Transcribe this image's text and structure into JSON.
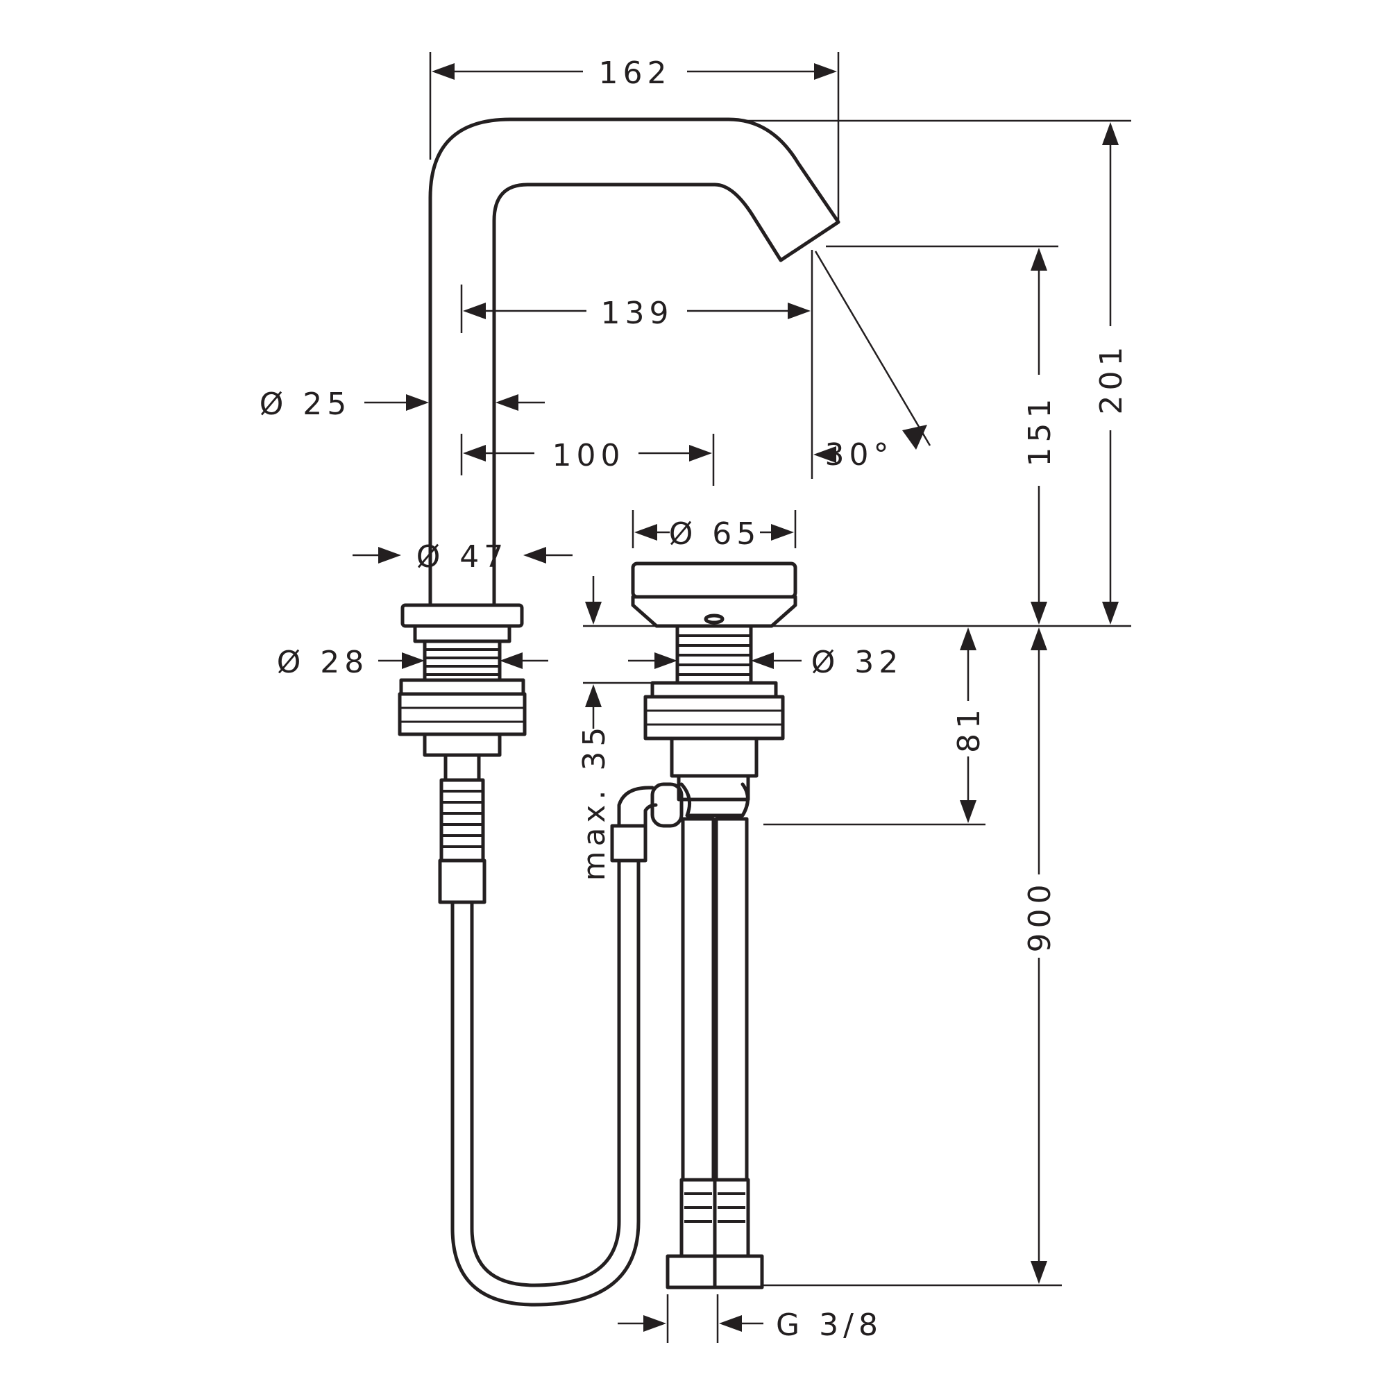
{
  "dimensions": {
    "spout_reach": "162",
    "spout_outlet_reach": "139",
    "spout_diameter": "Ø 25",
    "handle_offset": "100",
    "spout_angle": "30°",
    "body_diameter": "Ø 65",
    "spout_base_diameter": "Ø 47",
    "thread_left_diameter": "Ø 28",
    "thread_right_diameter": "Ø 32",
    "outlet_height": "151",
    "total_height": "201",
    "shank_length": "81",
    "max_deck_thickness": "max. 35",
    "hose_length": "900",
    "connection_thread": "G 3/8"
  }
}
